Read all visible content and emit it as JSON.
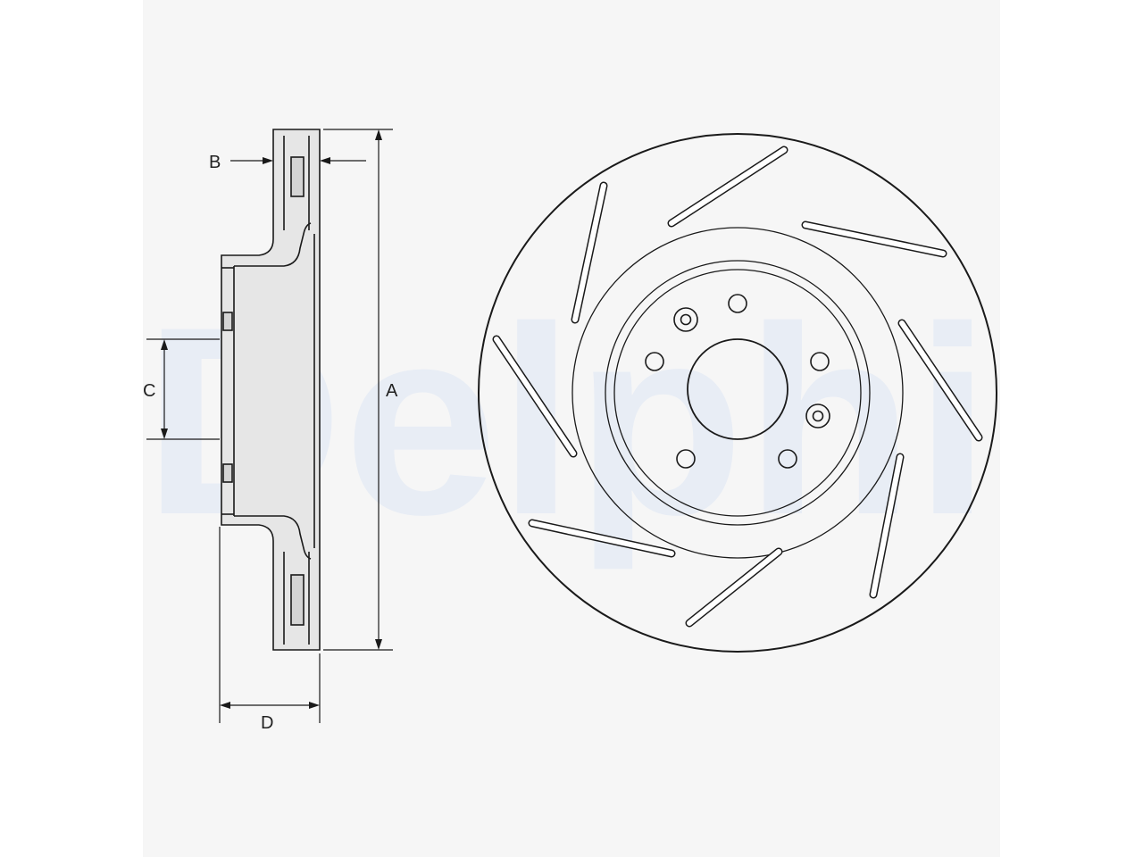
{
  "watermark": {
    "text": "Delphi",
    "color": "#e8edf5"
  },
  "dimension_labels": {
    "A": "A",
    "B": "B",
    "C": "C",
    "D": "D"
  },
  "colors": {
    "line": "#1a1a1a",
    "fill_light": "#e6e6e6",
    "fill_mid": "#d4d4d4",
    "background": "#f6f6f6"
  }
}
